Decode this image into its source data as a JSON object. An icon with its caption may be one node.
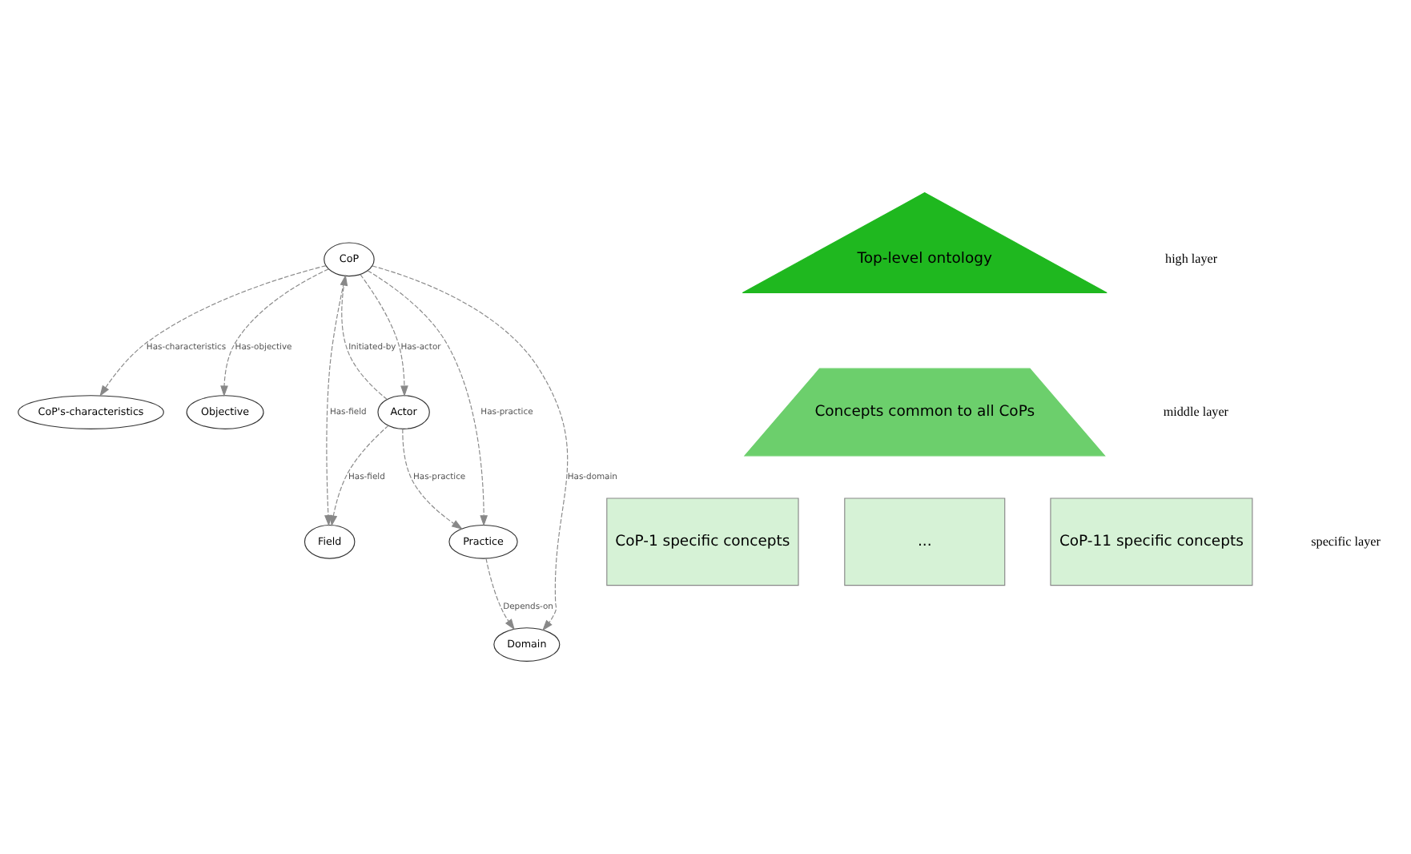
{
  "diagram": {
    "nodes": [
      {
        "text": [
          "CoP"
        ]
      },
      {
        "text": [
          "CoP's-characteristics"
        ]
      },
      {
        "text": [
          "Objective"
        ]
      },
      {
        "text": [
          "Actor"
        ]
      },
      {
        "text": [
          "Practice"
        ]
      },
      {
        "text": [
          "Field"
        ]
      },
      {
        "text": [
          "Domain"
        ]
      },
      {
        "text": [
          "Top-level ontology"
        ]
      },
      {
        "text": [
          "Concepts common to all CoPs"
        ]
      },
      {
        "text": [
          "CoP-1 specific concepts"
        ]
      },
      {
        "text": [
          "..."
        ]
      },
      {
        "text": [
          "CoP-11 specific concepts"
        ]
      }
    ],
    "edges": [
      {
        "from": 0,
        "to": 1,
        "arrow": "to",
        "label": "Has-characteristics",
        "style": "dashed"
      },
      {
        "from": 0,
        "to": 2,
        "arrow": "to",
        "label": "Has-objective",
        "style": "dashed"
      },
      {
        "from": 3,
        "to": 0,
        "arrow": "to",
        "label": "Initiated-by",
        "style": "dashed"
      },
      {
        "from": 0,
        "to": 3,
        "arrow": "to",
        "label": "Has-actor",
        "style": "dashed"
      },
      {
        "from": 0,
        "to": 4,
        "arrow": "to",
        "label": "Has-practice",
        "style": "dashed"
      },
      {
        "from": 0,
        "to": 5,
        "arrow": "to",
        "label": "Has-field",
        "style": "dashed"
      },
      {
        "from": 0,
        "to": 6,
        "arrow": "to",
        "label": "Has-domain",
        "style": "dashed"
      },
      {
        "from": 3,
        "to": 4,
        "arrow": "to",
        "label": "Has-practice",
        "style": "dashed"
      },
      {
        "from": 3,
        "to": 5,
        "arrow": "to",
        "label": "Has-field",
        "style": "dashed"
      },
      {
        "from": 4,
        "to": 6,
        "arrow": "to",
        "label": "Depends-on",
        "style": "dashed"
      }
    ],
    "labels": [
      "high layer",
      "middle layer",
      "specific layer"
    ]
  }
}
